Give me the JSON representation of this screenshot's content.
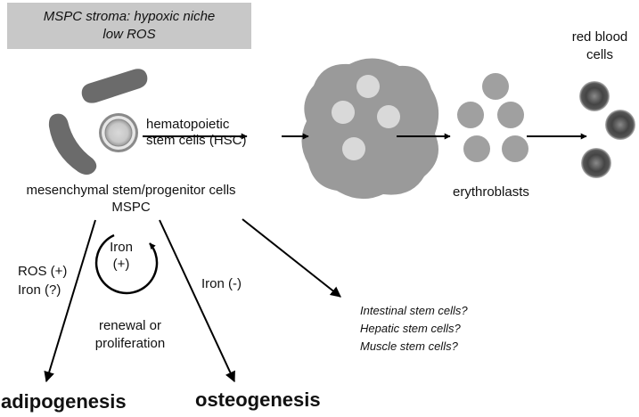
{
  "niche_box": {
    "line1": "MSPC stroma: hypoxic niche",
    "line2": "low ROS"
  },
  "hsc_label": {
    "line1": "hematopoietic",
    "line2": "stem cells (HSC)"
  },
  "mspc_label": {
    "line1": "mesenchymal stem/progenitor cells",
    "line2": "MSPC"
  },
  "erythroblasts_label": "erythroblasts",
  "rbc_label": {
    "line1": "red blood",
    "line2": "cells"
  },
  "adipo_factors": {
    "line1": "ROS (+)",
    "line2": "Iron (?)"
  },
  "renewal_loop": {
    "line1": "Iron",
    "line2": "(+)"
  },
  "renewal_label": {
    "line1": "renewal or",
    "line2": "proliferation"
  },
  "osteo_factor": "Iron (-)",
  "other_stem_cells": [
    "Intestinal stem cells?",
    "Hepatic stem cells?",
    "Muscle stem cells?"
  ],
  "outcomes": {
    "adipogenesis": "adipogenesis",
    "osteogenesis": "osteogenesis"
  },
  "colors": {
    "niche_box": "#c8c8c8",
    "stroma_cells": "#6b6b6b",
    "cluster": "#9a9a9a",
    "cluster_nuclei": "#d9d9d9",
    "erythroblasts": "#a0a0a0",
    "rbc": "#555555"
  }
}
